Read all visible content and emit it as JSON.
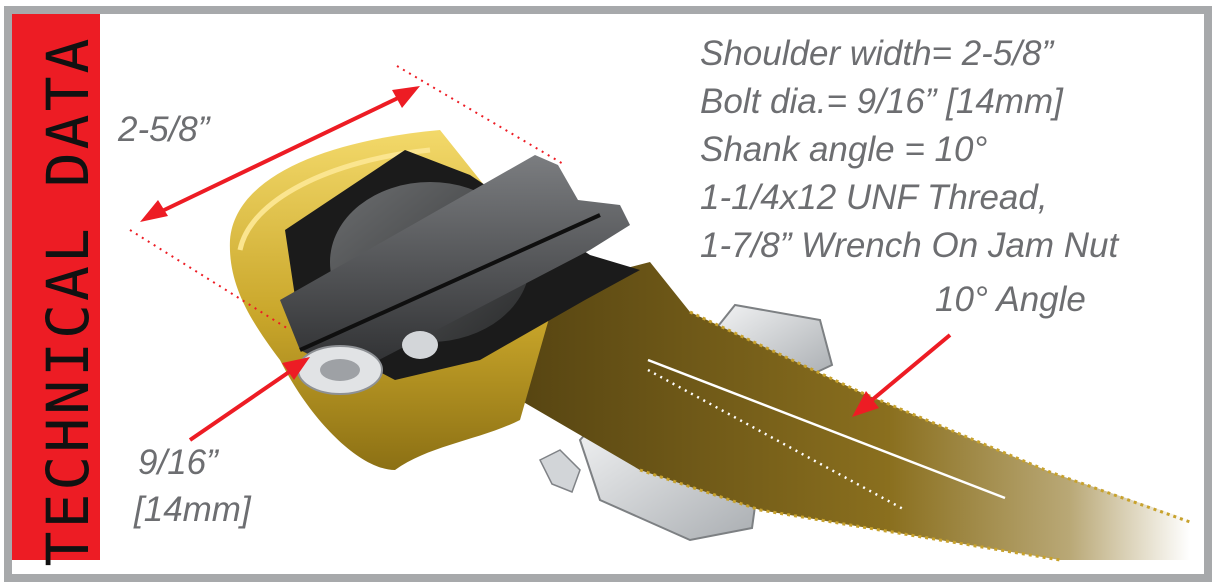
{
  "side_banner": {
    "text": "TECHNICAL DATA"
  },
  "specs": [
    "Shoulder width= 2-5/8”",
    "Bolt dia.= 9/16” [14mm]",
    "Shank angle = 10°",
    "1-1/4x12 UNF Thread,",
    "1-7/8” Wrench On Jam Nut"
  ],
  "labels": {
    "width": "2-5/8”",
    "bolt_line1": "9/16”",
    "bolt_line2": "[14mm]",
    "angle": "10° Angle"
  },
  "colors": {
    "accent_red": "#ed1c24",
    "frame_gray": "#a7a9ab",
    "text_gray": "#6d6e71",
    "brass": "#c9a62a",
    "dark_olive": "#5c4a12"
  }
}
